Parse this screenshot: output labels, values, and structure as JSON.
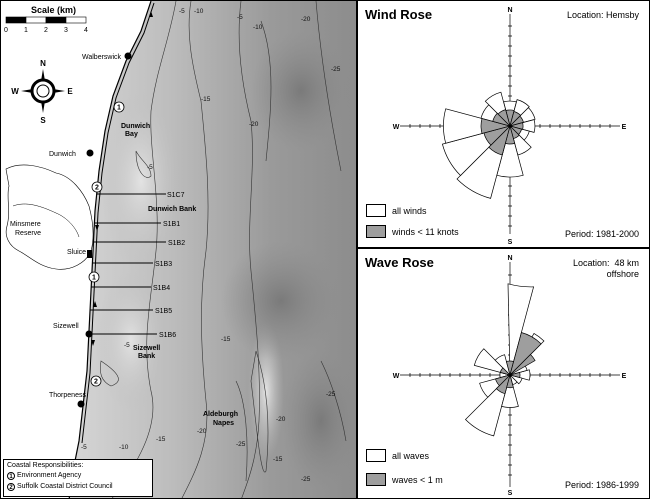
{
  "map": {
    "scale_title": "Scale (km)",
    "scale_ticks": [
      "0",
      "1",
      "2",
      "3",
      "4"
    ],
    "compass": {
      "n": "N",
      "s": "S",
      "e": "E",
      "w": "W"
    },
    "places": [
      {
        "id": "walberswick",
        "label": "Walberswick"
      },
      {
        "id": "dunwich",
        "label": "Dunwich"
      },
      {
        "id": "minsmere",
        "label": "Minsmere\nReserve"
      },
      {
        "id": "sluice",
        "label": "Sluice"
      },
      {
        "id": "sizewell",
        "label": "Sizewell"
      },
      {
        "id": "thorpeness",
        "label": "Thorpeness"
      }
    ],
    "sea_features": [
      {
        "id": "dunwich-bay",
        "label": "Dunwich\nBay"
      },
      {
        "id": "dunwich-bank",
        "label": "Dunwich Bank"
      },
      {
        "id": "sizewell-bank",
        "label": "Sizewell\nBank"
      },
      {
        "id": "aldeburgh-napes",
        "label": "Aldeburgh\nNapes"
      }
    ],
    "profiles": [
      "S1C7",
      "S1B1",
      "S1B2",
      "S1B3",
      "S1B4",
      "S1B5",
      "S1B6"
    ],
    "contours": [
      "-5",
      "-10",
      "-5",
      "-10",
      "-20",
      "-25",
      "-15",
      "-20",
      "-5",
      "-5",
      "-15",
      "-25",
      "-5",
      "-10",
      "-15",
      "-20",
      "-25",
      "-20",
      "-15",
      "-25"
    ],
    "responsibility_markers": [
      "1",
      "2",
      "1",
      "2"
    ],
    "legend": {
      "title": "Coastal Responsibilities:",
      "items": [
        {
          "num": "1",
          "label": "Environment Agency"
        },
        {
          "num": "2",
          "label": "Suffolk Coastal District Council"
        }
      ]
    }
  },
  "wind_rose": {
    "title": "Wind Rose",
    "location": "Location: Hemsby",
    "period": "Period: 1981-2000",
    "directions": {
      "n": "N",
      "e": "E",
      "s": "S",
      "w": "W"
    },
    "legend": [
      {
        "label": "all winds",
        "color": "#ffffff"
      },
      {
        "label": "winds < 11 knots",
        "color": "#9e9e9e"
      }
    ]
  },
  "wave_rose": {
    "title": "Wave Rose",
    "location": "Location:  48 km\noffshore",
    "period": "Period: 1986-1999",
    "directions": {
      "n": "N",
      "e": "E",
      "s": "S",
      "w": "W"
    },
    "legend": [
      {
        "label": "all waves",
        "color": "#ffffff"
      },
      {
        "label": "waves < 1 m",
        "color": "#9e9e9e"
      }
    ]
  }
}
